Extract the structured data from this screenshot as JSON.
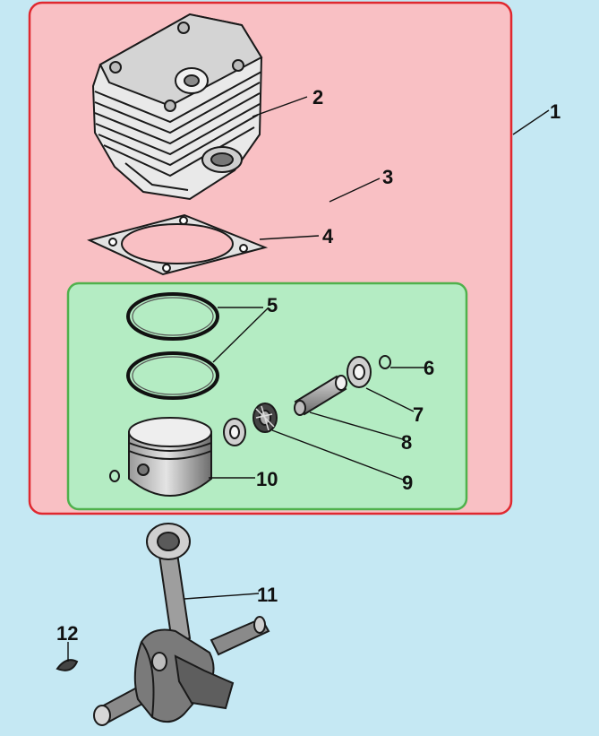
{
  "diagram": {
    "callouts": [
      "1",
      "2",
      "3",
      "4",
      "5",
      "6",
      "7",
      "8",
      "9",
      "10",
      "11",
      "12"
    ],
    "colors": {
      "background": "#c5e8f3",
      "cylinder_kit_fill": "#f9c0c4",
      "cylinder_kit_border": "#e0282f",
      "piston_kit_fill": "#b4ecc3",
      "piston_kit_border": "#4fb14c"
    }
  }
}
